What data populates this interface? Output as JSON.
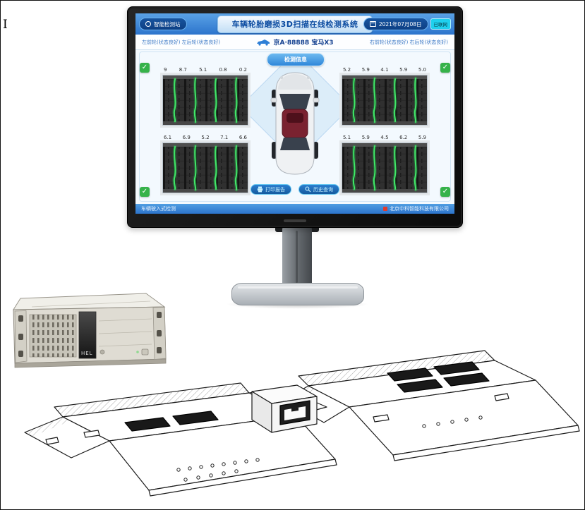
{
  "cursor": "I",
  "icons": {
    "check": "✓"
  },
  "colors": {
    "header_blue": "#2c74cc",
    "pill_blue": "#0d3f84",
    "badge_cyan": "#1fd0ee",
    "check_green": "#36b24a",
    "laser_green": "#41e868",
    "button_blue": "#155a9e",
    "car_roof_red": "#7a2230",
    "footer_logo_red": "#e23b2e"
  },
  "screen": {
    "header": {
      "station_label": "智能检测站",
      "title": "车辆轮胎磨损3D扫描在线检测系统",
      "date_label": "2021年07月08日",
      "net_badge": "已联网"
    },
    "status_bar": {
      "left": "左前轮(状态良好)  左后轮(状态良好)",
      "plate": "京A·88888  宝马X3",
      "right": "右前轮(状态良好)  右后轮(状态良好)"
    },
    "tires": {
      "tl": [
        "9",
        "8.7",
        "5.1",
        "0.8",
        "0.2"
      ],
      "tr": [
        "5.2",
        "5.9",
        "4.1",
        "5.9",
        "5.0"
      ],
      "bl": [
        "6.1",
        "6.9",
        "5.2",
        "7.1",
        "6.6"
      ],
      "br": [
        "5.1",
        "5.9",
        "4.5",
        "6.2",
        "5.9"
      ]
    },
    "center": {
      "info_button": "检测信息",
      "print_button": "打印报告",
      "history_button": "历史查询"
    },
    "footer": {
      "left": "车辆驶入式检测",
      "right": "北京中科智能科技有限公司"
    }
  },
  "pc": {
    "brand": "HEL"
  }
}
